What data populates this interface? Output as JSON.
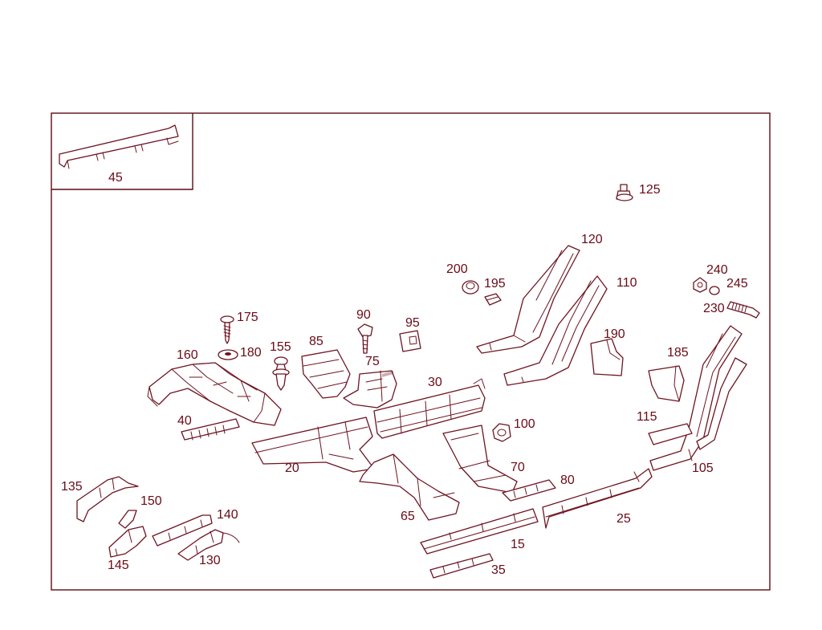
{
  "colors": {
    "line": "#6e1420",
    "label": "#6a0a16",
    "background": "#ffffff"
  },
  "inset": {
    "label": "45"
  },
  "callouts": {
    "p15": "15",
    "p20": "20",
    "p25": "25",
    "p30": "30",
    "p35": "35",
    "p40": "40",
    "p65": "65",
    "p70": "70",
    "p75": "75",
    "p80": "80",
    "p85": "85",
    "p90": "90",
    "p95": "95",
    "p100": "100",
    "p105": "105",
    "p110": "110",
    "p115": "115",
    "p120": "120",
    "p125": "125",
    "p130": "130",
    "p135": "135",
    "p140": "140",
    "p145": "145",
    "p150": "150",
    "p155": "155",
    "p160": "160",
    "p175": "175",
    "p180": "180",
    "p185": "185",
    "p190": "190",
    "p195": "195",
    "p200": "200",
    "p230": "230",
    "p240": "240",
    "p245": "245"
  }
}
